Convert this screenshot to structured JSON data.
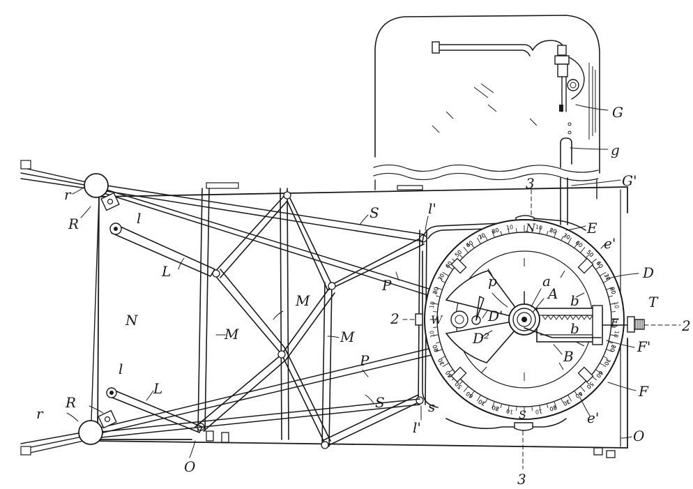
{
  "labels": {
    "G": "G",
    "g": "g",
    "G_prime": "G'",
    "three_top": "3",
    "three_bottom": "3",
    "E": "E",
    "e_prime_top": "e'",
    "e_prime_bottom": "e'",
    "D": "D",
    "T": "T",
    "two_left": "2",
    "two_right": "2",
    "F_prime": "F'",
    "F": "F",
    "O_left": "O",
    "O_right": "O",
    "r_top": "r",
    "r_bottom": "r",
    "R_top": "R",
    "R_bottom": "R",
    "l_top": "l",
    "l_bottom": "l",
    "L_top": "L",
    "L_bottom": "L",
    "S_top": "S",
    "S_bottom": "S",
    "l_prime_top": "l'",
    "l_prime_bottom": "l'",
    "P_top": "P",
    "P_bottom": "P",
    "M_left": "M",
    "M_center": "M",
    "M_right": "M",
    "N": "N",
    "p": "p",
    "a": "a",
    "A": "A",
    "b_top": "b",
    "b_bottom": "b",
    "B": "B",
    "D_prime": "D'",
    "D_two": "D²",
    "s": "s",
    "compass_N": "N",
    "compass_S": "S",
    "compass_W": "W",
    "compass_E": "E"
  },
  "dial_numbers": [
    "10",
    "20",
    "30",
    "40",
    "50",
    "60",
    "70",
    "80",
    "90"
  ],
  "colors": {
    "ink": "#1a1a1a",
    "paper": "#ffffff"
  }
}
